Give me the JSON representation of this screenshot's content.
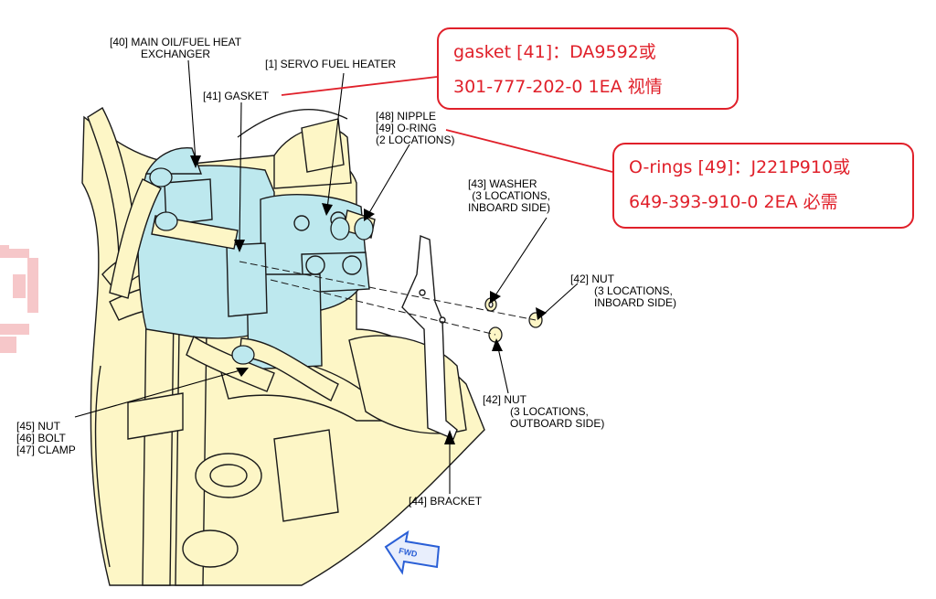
{
  "labels": {
    "l40": [
      "[40] MAIN OIL/FUEL HEAT",
      "EXCHANGER"
    ],
    "l1": "[1] SERVO FUEL HEATER",
    "l41": "[41] GASKET",
    "l48": "[48] NIPPLE",
    "l49": "[49] O-RING",
    "l49b": "(2 LOCATIONS)",
    "l43": [
      "[43] WASHER",
      "(3 LOCATIONS,",
      "INBOARD SIDE)"
    ],
    "l42a": [
      "[42] NUT",
      "(3 LOCATIONS,",
      "INBOARD SIDE)"
    ],
    "l42b": [
      "[42] NUT",
      "(3 LOCATIONS,",
      "OUTBOARD SIDE)"
    ],
    "l45": [
      "[45] NUT",
      "[46] BOLT",
      "[47] CLAMP"
    ],
    "l44": "[44] BRACKET",
    "fwd": "FWD"
  },
  "callouts": {
    "gasket": [
      "gasket [41]：DA9592或",
      "301-777-202-0  1EA  视情"
    ],
    "oring": [
      "O-rings [49]：J221P910或",
      "649-393-910-0  2EA    必需"
    ]
  },
  "colors": {
    "callout_red": "#e0202a",
    "engine_yellow": "#fdf6c6",
    "highlight_cyan": "#bde8ee",
    "fwd_blue": "#2a5fd6"
  }
}
